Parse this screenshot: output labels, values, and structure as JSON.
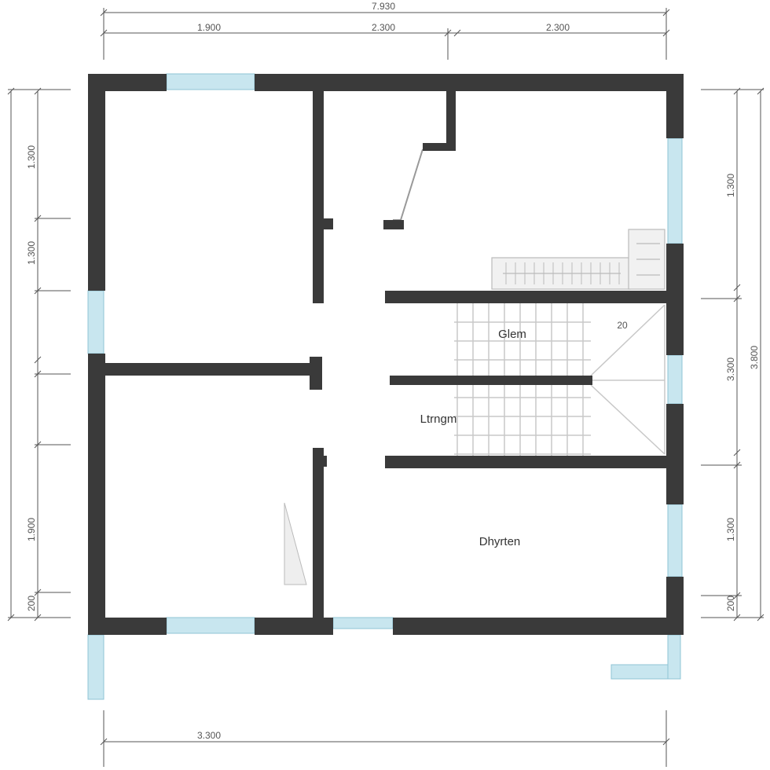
{
  "plan": {
    "rooms": [
      {
        "label": "Glem"
      },
      {
        "label": "Ltrngm"
      },
      {
        "label": "Dhyrten"
      }
    ],
    "stair_mark": "20",
    "dimensions": {
      "top_overall": "7.930",
      "top_segments": [
        "1.900",
        "2.300",
        "2.300"
      ],
      "bottom_overall": "3.300",
      "left": [
        "1.300",
        "1.300",
        "1.900",
        "200"
      ],
      "right_overall": "3.800",
      "right": [
        "1.300",
        "3.300",
        "1.300",
        "200"
      ]
    },
    "colors": {
      "wall": "#3a3a3a",
      "window": "#c8e6ef",
      "window_edge": "#8fc4d4",
      "dimension_line": "#555555",
      "stair_line": "#c8c8c8"
    }
  }
}
